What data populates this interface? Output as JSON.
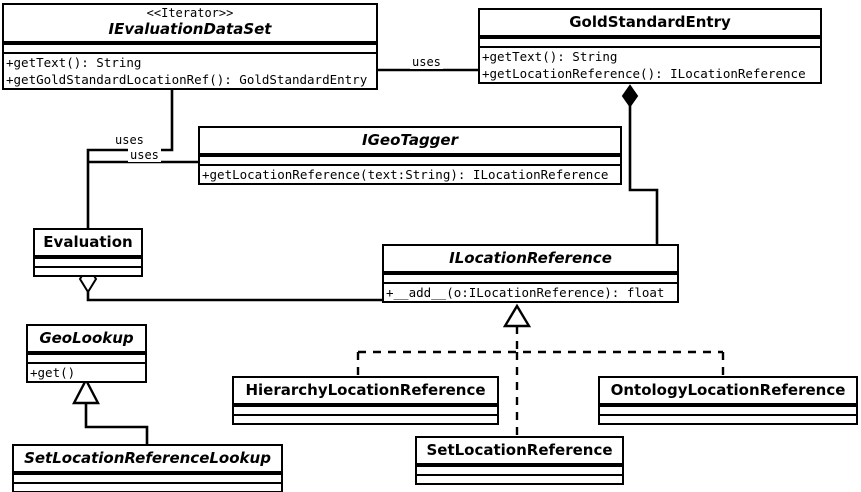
{
  "diagram": {
    "title": "UML class diagram",
    "type": "uml-class-diagram",
    "stroke_color": "#000000",
    "fill_color": "#ffffff"
  },
  "classes": [
    {
      "id": "ievaluationdataset",
      "name": "IEvaluationDataSet",
      "stereotype": "<<Iterator>>",
      "kind": "interface",
      "italic": true,
      "attributes": [],
      "methods": [
        "+getText(): String",
        "+getGoldStandardLocationRef(): GoldStandardEntry"
      ]
    },
    {
      "id": "goldstandardentry",
      "name": "GoldStandardEntry",
      "stereotype": "",
      "kind": "class",
      "italic": false,
      "attributes": [],
      "methods": [
        "+getText(): String",
        "+getLocationReference(): ILocationReference"
      ]
    },
    {
      "id": "igeotagger",
      "name": "IGeoTagger",
      "stereotype": "",
      "kind": "interface",
      "italic": true,
      "attributes": [],
      "methods": [
        "+getLocationReference(text:String): ILocationReference"
      ]
    },
    {
      "id": "evaluation",
      "name": "Evaluation",
      "stereotype": "",
      "kind": "class",
      "italic": false,
      "attributes": [],
      "methods": []
    },
    {
      "id": "ilocationreference",
      "name": "ILocationReference",
      "stereotype": "",
      "kind": "interface",
      "italic": true,
      "attributes": [],
      "methods": [
        "+__add__(o:ILocationReference): float"
      ]
    },
    {
      "id": "geolookup",
      "name": "GeoLookup",
      "stereotype": "",
      "kind": "abstract",
      "italic": true,
      "attributes": [],
      "methods": [
        "+get()"
      ]
    },
    {
      "id": "setlocationreferencelookup",
      "name": "SetLocationReferenceLookup",
      "stereotype": "",
      "kind": "abstract",
      "italic": true,
      "attributes": [],
      "methods": []
    },
    {
      "id": "hierarchylocationreference",
      "name": "HierarchyLocationReference",
      "stereotype": "",
      "kind": "class",
      "italic": false,
      "attributes": [],
      "methods": []
    },
    {
      "id": "setlocationreference",
      "name": "SetLocationReference",
      "stereotype": "",
      "kind": "class",
      "italic": false,
      "attributes": [],
      "methods": []
    },
    {
      "id": "ontologylocationreference",
      "name": "OntologyLocationReference",
      "stereotype": "",
      "kind": "class",
      "italic": false,
      "attributes": [],
      "methods": []
    }
  ],
  "relationships": [
    {
      "id": "rel-uses-gold",
      "label": "uses",
      "from": "ievaluationdataset",
      "to": "goldstandardentry",
      "type": "association"
    },
    {
      "id": "rel-uses-eval-dataset",
      "label": "uses",
      "from": "evaluation",
      "to": "ievaluationdataset",
      "type": "association"
    },
    {
      "id": "rel-uses-eval-geotagger",
      "label": "uses",
      "from": "evaluation",
      "to": "igeotagger",
      "type": "association"
    },
    {
      "id": "rel-composition-gold-locref",
      "label": "",
      "from": "goldstandardentry",
      "to": "ilocationreference",
      "type": "composition"
    },
    {
      "id": "rel-aggregation-eval-locref",
      "label": "",
      "from": "evaluation",
      "to": "ilocationreference",
      "type": "aggregation"
    },
    {
      "id": "rel-realize-hierarchy",
      "label": "",
      "from": "hierarchylocationreference",
      "to": "ilocationreference",
      "type": "realization"
    },
    {
      "id": "rel-realize-set",
      "label": "",
      "from": "setlocationreference",
      "to": "ilocationreference",
      "type": "realization"
    },
    {
      "id": "rel-realize-ontology",
      "label": "",
      "from": "ontologylocationreference",
      "to": "ilocationreference",
      "type": "realization"
    },
    {
      "id": "rel-generalize-setlookup",
      "label": "",
      "from": "setlocationreferencelookup",
      "to": "geolookup",
      "type": "generalization"
    }
  ],
  "edge_labels": {
    "uses_gold": "uses",
    "uses_dataset": "uses",
    "uses_geotagger": "uses"
  }
}
